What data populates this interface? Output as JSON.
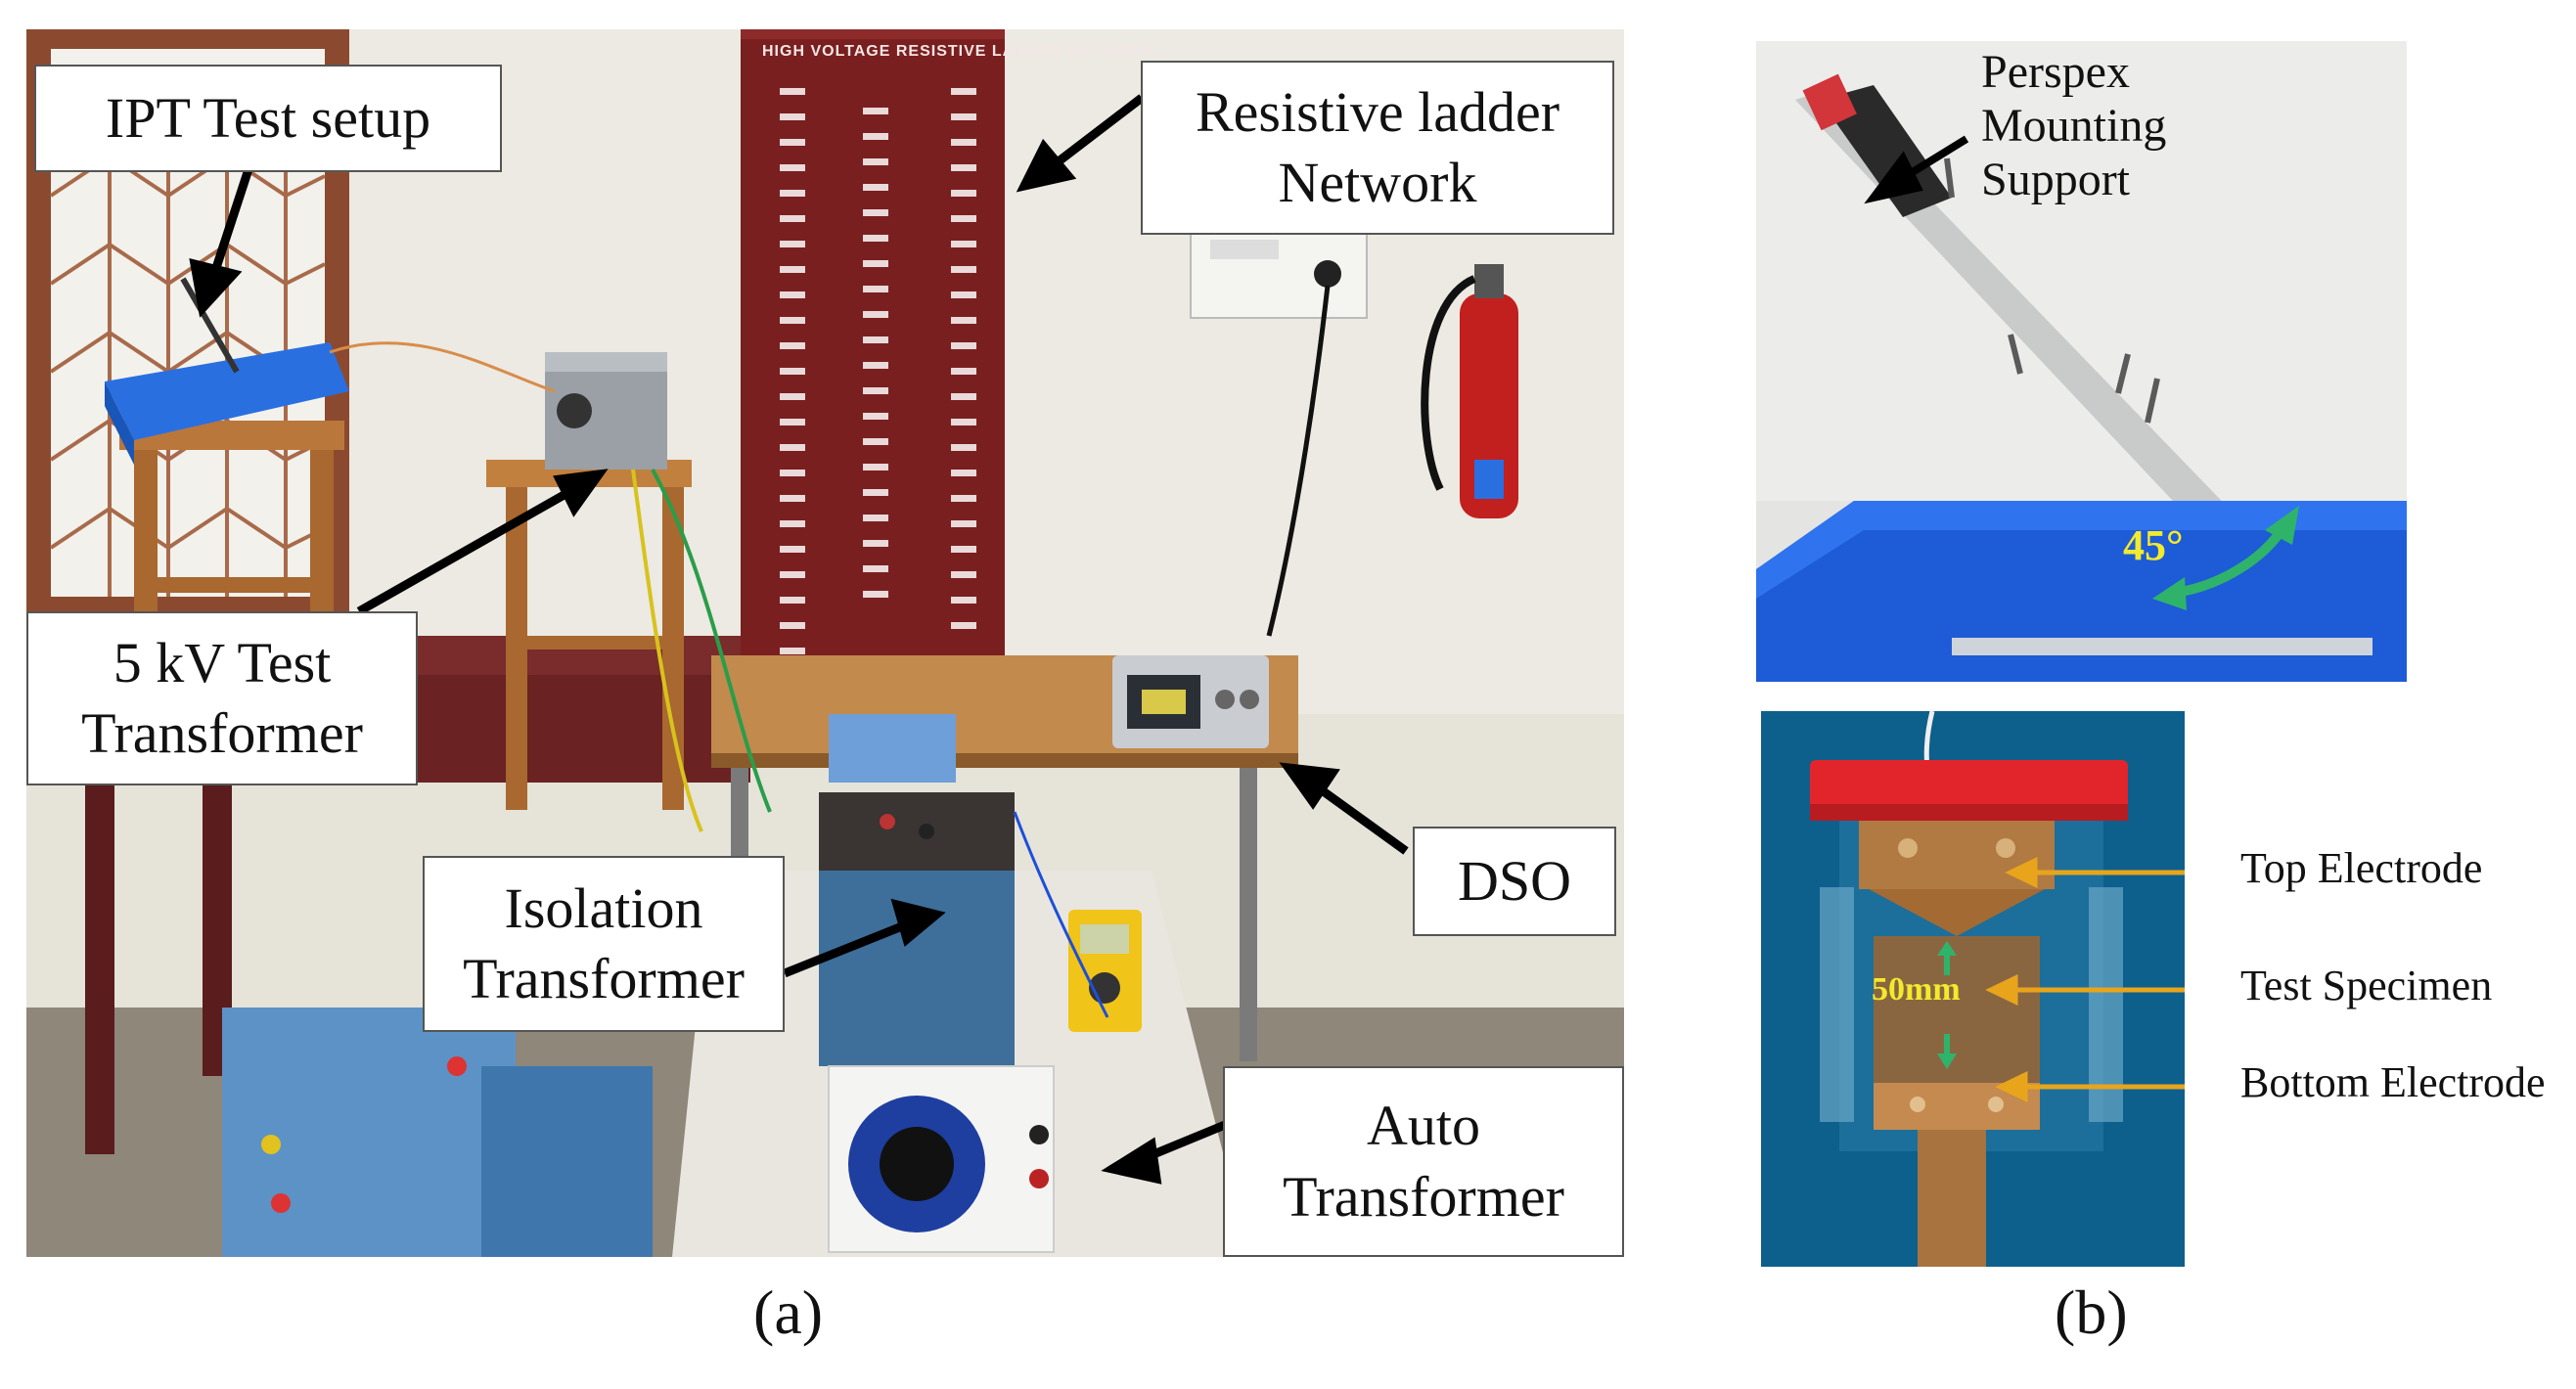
{
  "panel_a": {
    "ladder_panel_text": "HIGH VOLTAGE RESISTIVE LADDER NETWORK",
    "callouts": {
      "ipt_setup": "IPT Test setup",
      "test_transformer": "5 kV Test Transformer",
      "resistive_ladder": "Resistive ladder Network",
      "isolation_transformer": "Isolation Transformer",
      "dso": "DSO",
      "auto_transformer": "Auto Transformer"
    },
    "caption": "(a)"
  },
  "panel_b": {
    "mounting_label": "Perspex Mounting Support",
    "angle": "45°",
    "gap": "50mm",
    "electrode_labels": {
      "top": "Top Electrode",
      "specimen": "Test Specimen",
      "bottom": "Bottom Electrode"
    },
    "caption": "(b)"
  },
  "colors": {
    "ladder_red": "#7a1f1f",
    "tray_blue": "#1e5bd6",
    "arrow_orange": "#e8a51c",
    "annotation_yellow": "#f2ea2c",
    "arrow_green": "#2fb36b"
  }
}
